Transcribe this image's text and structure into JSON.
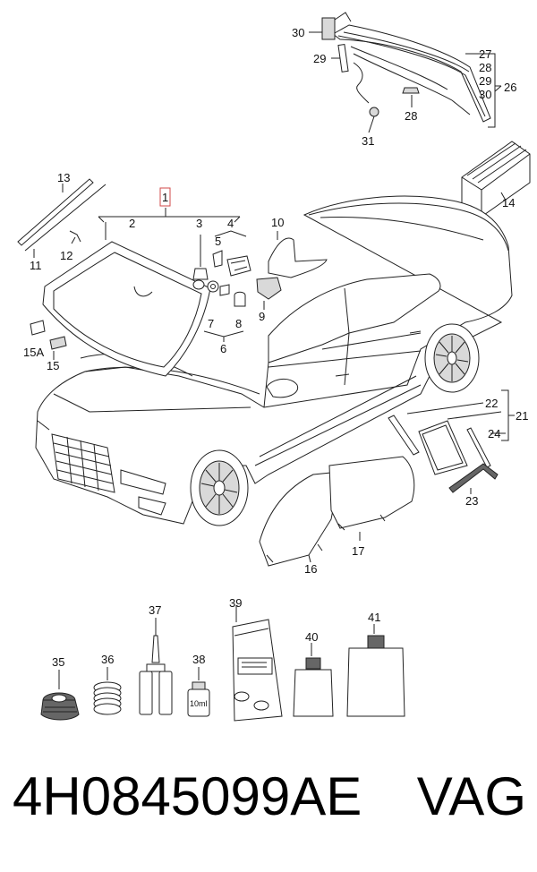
{
  "labels": {
    "l1": "1",
    "l2": "2",
    "l3": "3",
    "l4": "4",
    "l5": "5",
    "l6": "6",
    "l7": "7",
    "l8": "8",
    "l9": "9",
    "l10": "10",
    "l11": "11",
    "l12": "12",
    "l13": "13",
    "l14": "14",
    "l15": "15",
    "l15a": "15A",
    "l16": "16",
    "l17": "17",
    "l21": "21",
    "l22": "22",
    "l23": "23",
    "l24": "24",
    "l26": "26",
    "l27": "27",
    "l28": "28",
    "l28b": "28",
    "l29": "29",
    "l29b": "29",
    "l30": "30",
    "l30b": "30",
    "l31": "31",
    "l35": "35",
    "l36": "36",
    "l37": "37",
    "l38": "38",
    "l39": "39",
    "l40": "40",
    "l41": "41"
  },
  "bottle_text": "10ml",
  "footer": {
    "part_number": "4H0845099AE",
    "brand": "VAG"
  },
  "colors": {
    "highlight": "#d24a4a",
    "line": "#222222"
  }
}
